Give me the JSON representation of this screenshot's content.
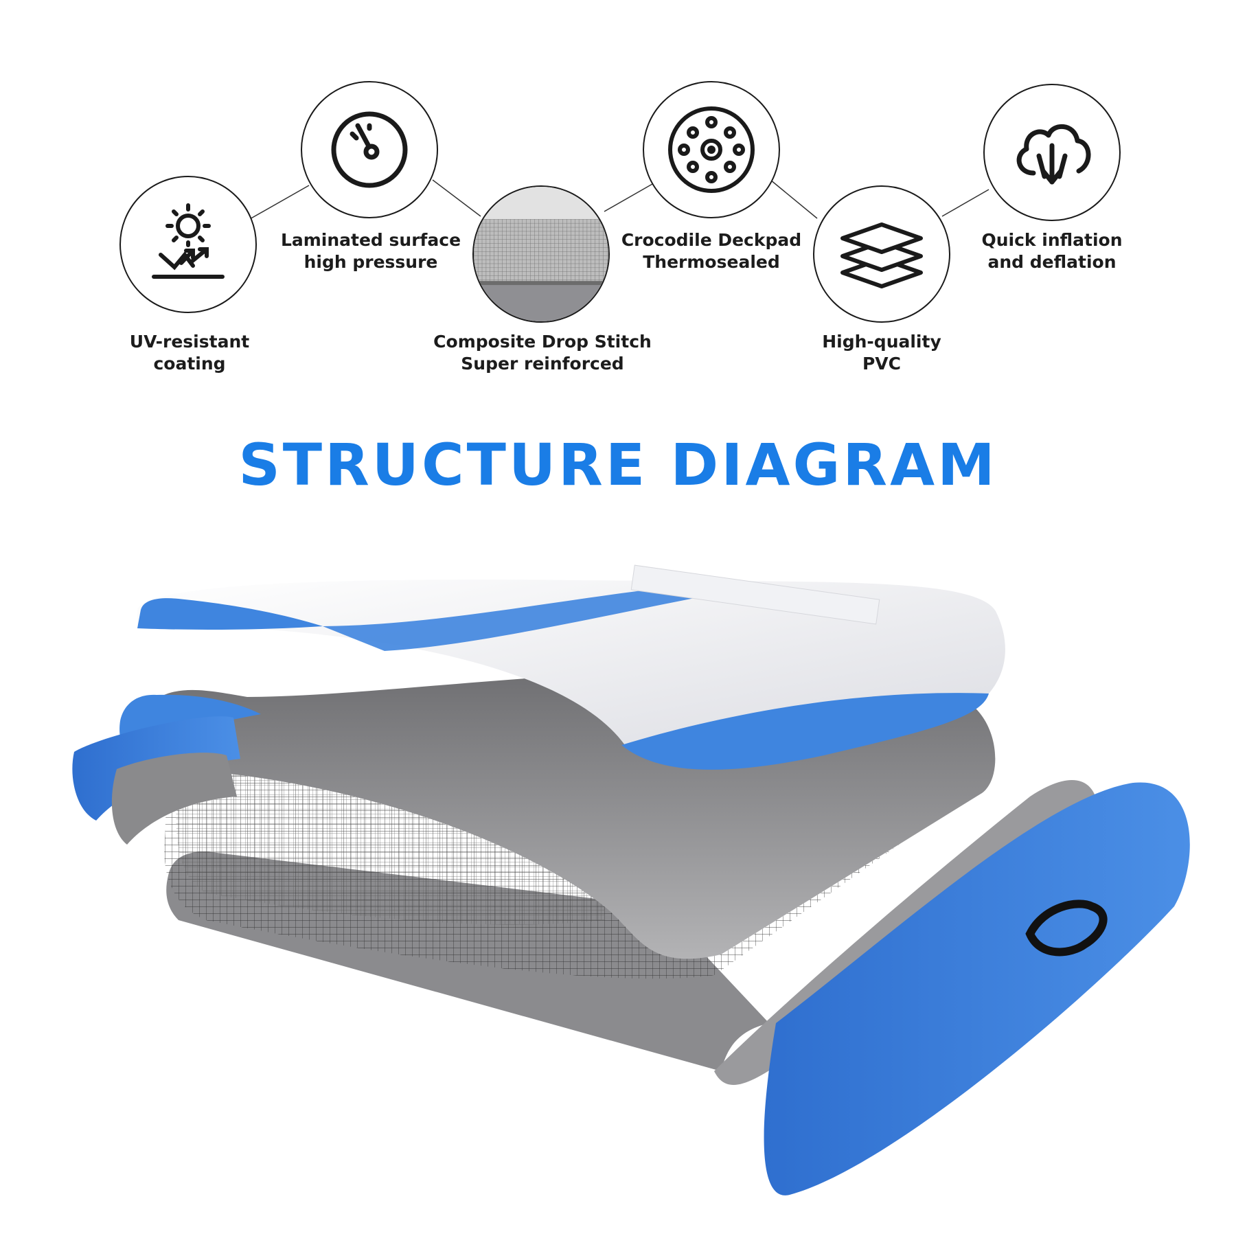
{
  "features": [
    {
      "id": "uv",
      "label": "UV-resistant\ncoating",
      "icon": "sun-rays-icon"
    },
    {
      "id": "laminated",
      "label": "Laminated surface\nhigh pressure",
      "icon": "pressure-gauge-icon"
    },
    {
      "id": "dropstitch",
      "label": "Composite Drop Stitch\nSuper reinforced",
      "icon": "drop-stitch-photo"
    },
    {
      "id": "deckpad",
      "label": "Crocodile Deckpad\nThermosealed",
      "icon": "deckpad-pattern-icon"
    },
    {
      "id": "pvc",
      "label": "High-quality\nPVC",
      "icon": "layers-icon"
    },
    {
      "id": "inflation",
      "label": "Quick inflation\nand deflation",
      "icon": "cloud-arrow-icon"
    }
  ],
  "title": "STRUCTURE DIAGRAM",
  "colors": {
    "accent": "#1a7de6",
    "mat_blue": "#3f85df",
    "mat_gray": "#9a9a9c",
    "outline": "#1a1a1a"
  }
}
